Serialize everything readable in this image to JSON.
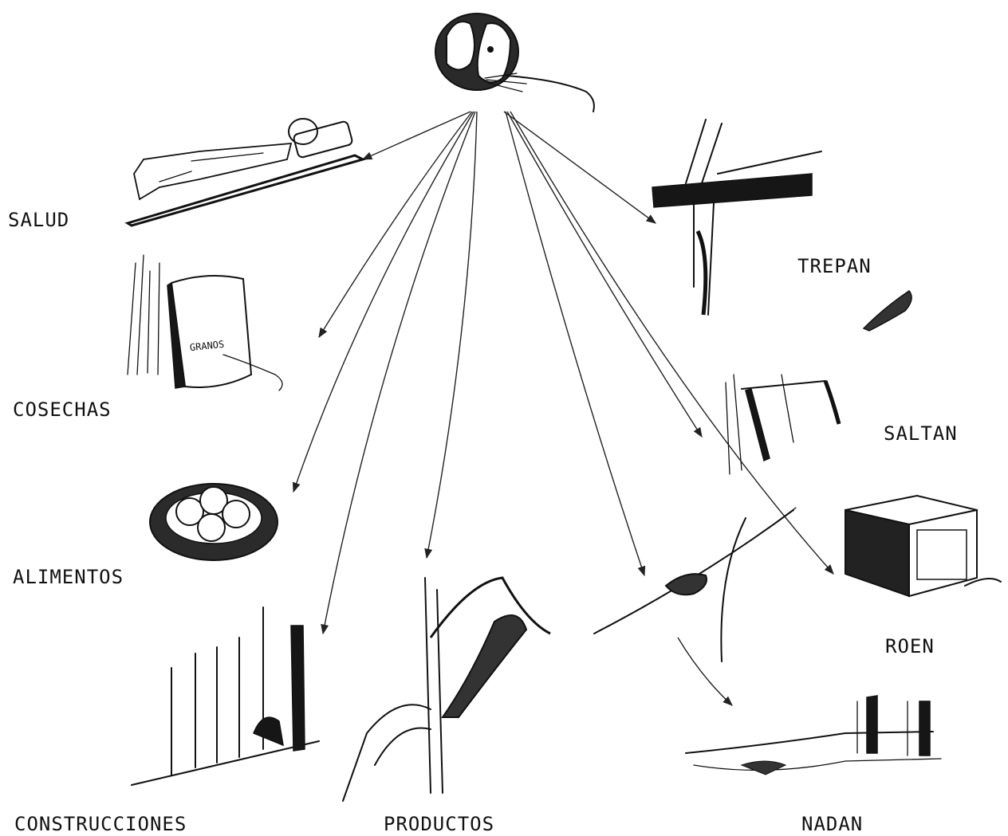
{
  "labels": {
    "salud": "SALUD",
    "cosechas": "COSECHAS",
    "alimentos": "ALIMENTOS",
    "construcciones": "CONSTRUCCIONES",
    "productos": "PRODUCTOS",
    "trepan": "TREPAN",
    "saltan": "SALTAN",
    "roen": "ROEN",
    "nadan": "NADAN",
    "sack_text": "GRANOS"
  },
  "icons": [
    "rat-head",
    "sick-person",
    "grain-sack",
    "food-bowl",
    "damaged-wall",
    "corn-plant",
    "climbing-rat",
    "jumping-rat",
    "gnawed-box",
    "rope-rat",
    "swimming-rat"
  ],
  "colors": {
    "ink": "#111111",
    "background": "#ffffff"
  }
}
